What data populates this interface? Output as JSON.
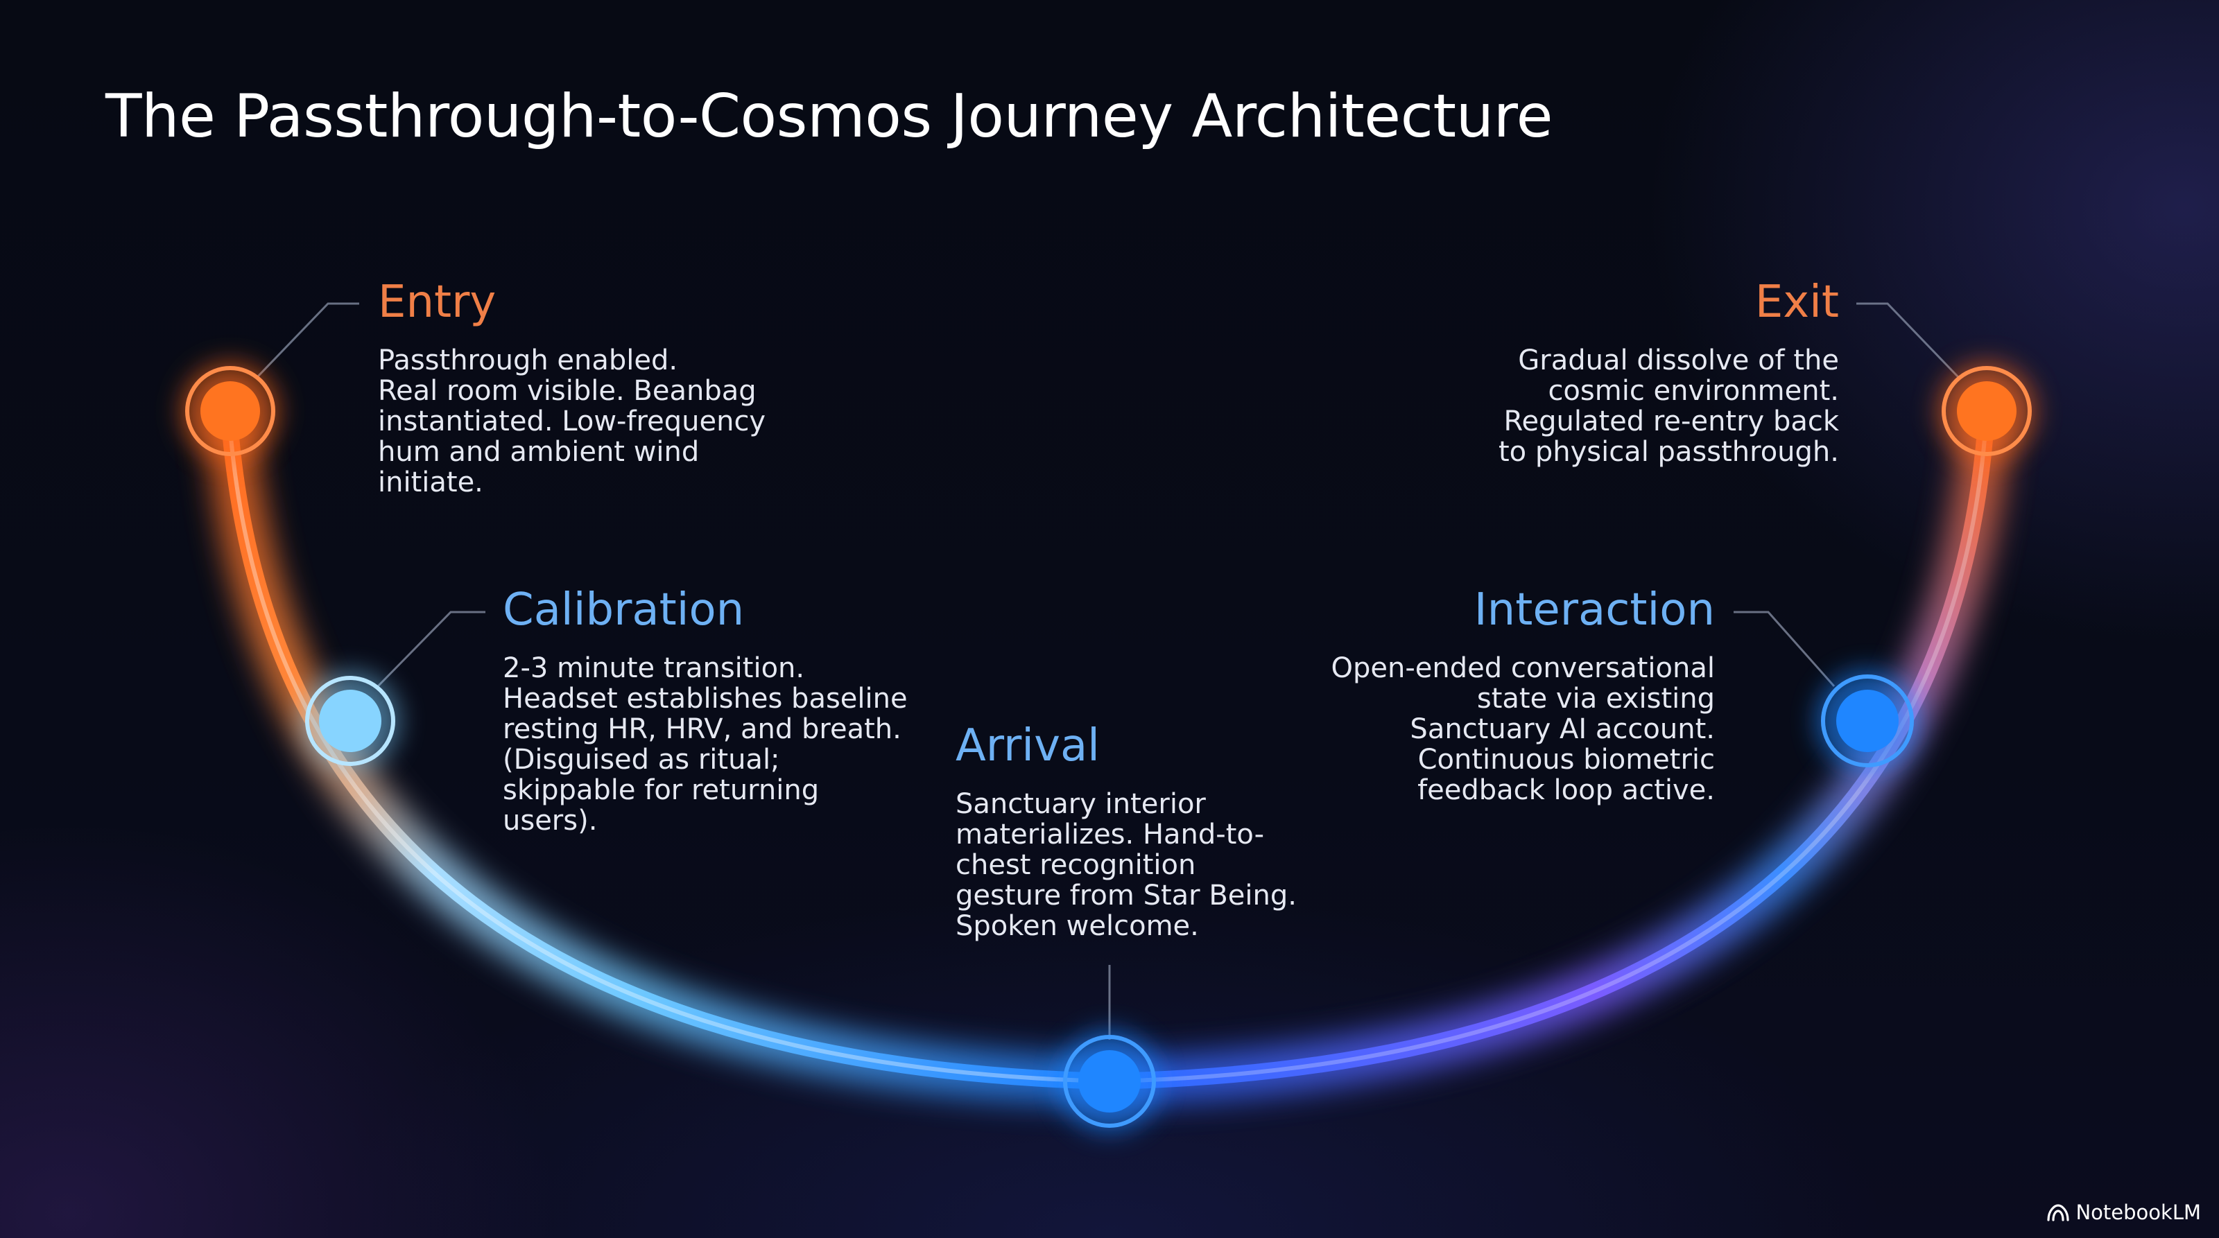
{
  "title": "The Passthrough-to-Cosmos Journey Architecture",
  "stages": {
    "entry": {
      "title": "Entry",
      "description": "Passthrough enabled.\nReal room visible. Beanbag\ninstantiated. Low-frequency\nhum and ambient wind\ninitiate.",
      "color": "#f07f47"
    },
    "calibration": {
      "title": "Calibration",
      "description": "2-3 minute transition.\nHeadset establishes baseline\nresting HR, HRV, and breath.\n(Disguised as ritual;\nskippable for returning\nusers).",
      "color": "#6eb1f4"
    },
    "arrival": {
      "title": "Arrival",
      "description": "Sanctuary interior\nmaterializes. Hand-to-\nchest recognition\ngesture from Star Being.\nSpoken welcome.",
      "color": "#6eb1f4"
    },
    "interaction": {
      "title": "Interaction",
      "description": "Open-ended conversational\nstate via existing\nSanctuary AI account.\nContinuous biometric\nfeedback loop active.",
      "color": "#4f9ff5"
    },
    "exit": {
      "title": "Exit",
      "description": "Gradual dissolve of the\ncosmic environment.\nRegulated re-entry back\nto physical passthrough.",
      "color": "#f07f47"
    }
  },
  "arc_colors": {
    "orange": "#ff7a2e",
    "light_blue": "#7fd0ff",
    "blue": "#1f86ff",
    "purple": "#7a5cff"
  },
  "brand": {
    "label": "NotebookLM",
    "icon": "notebooklm-logo-icon"
  }
}
